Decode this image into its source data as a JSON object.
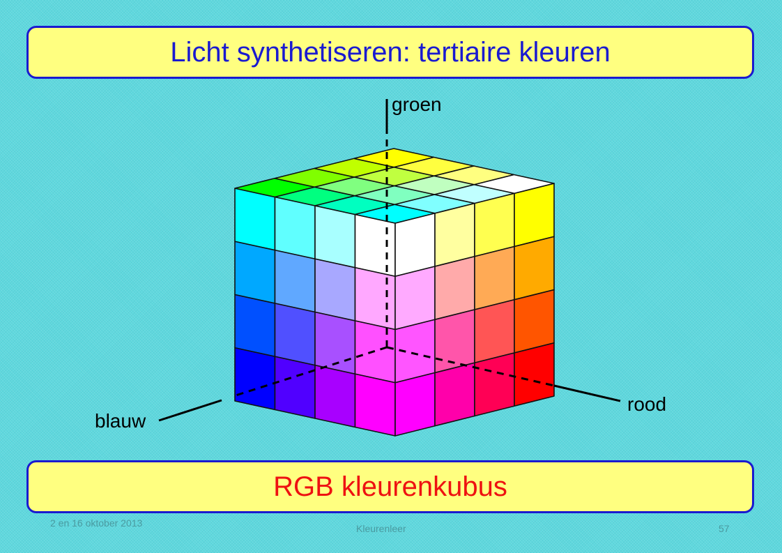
{
  "title": "Licht synthetiseren: tertiaire kleuren",
  "subtitle": "RGB kleurenkubus",
  "axes": {
    "green": "groen",
    "red": "rood",
    "blue": "blauw"
  },
  "footer": {
    "date": "2 en 16 oktober 2013",
    "center": "Kleurenleer",
    "page": "57"
  },
  "cube": {
    "top_face_rows_back_to_front": [
      [
        "#00ff00",
        "#80ff00",
        "#c0ff00",
        "#ffff00"
      ],
      [
        "#00ff80",
        "#80ff80",
        "#c0ff40",
        "#ffff40"
      ],
      [
        "#00ffc0",
        "#80ffc0",
        "#c0ffc0",
        "#ffff80"
      ],
      [
        "#00ffff",
        "#80ffff",
        "#c0ffff",
        "#ffffff"
      ]
    ],
    "left_face_rows_top_to_bottom": [
      [
        "#00ffff",
        "#60ffff",
        "#a8ffff",
        "#ffffff"
      ],
      [
        "#00a8ff",
        "#60a8ff",
        "#a8a8ff",
        "#ffa8ff"
      ],
      [
        "#0050ff",
        "#5050ff",
        "#a850ff",
        "#ff50ff"
      ],
      [
        "#0000ff",
        "#5000ff",
        "#a800ff",
        "#ff00ff"
      ]
    ],
    "right_face_rows_top_to_bottom": [
      [
        "#ffffff",
        "#ffffa0",
        "#ffff50",
        "#ffff00"
      ],
      [
        "#ffaaff",
        "#ffaaaa",
        "#ffaa55",
        "#ffaa00"
      ],
      [
        "#ff55ff",
        "#ff55aa",
        "#ff5555",
        "#ff5500"
      ],
      [
        "#ff00ff",
        "#ff00aa",
        "#ff0055",
        "#ff0000"
      ]
    ]
  }
}
